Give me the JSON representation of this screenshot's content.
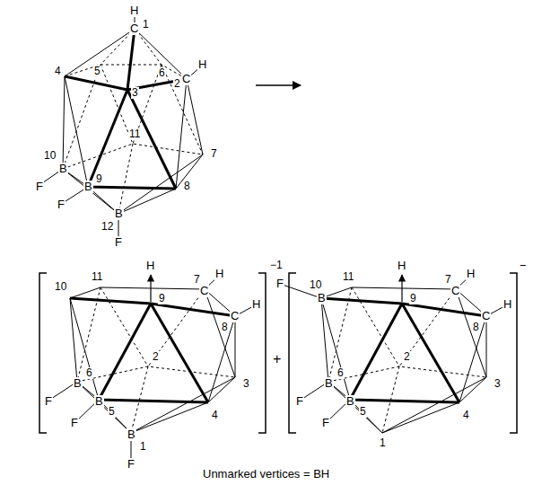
{
  "diagram": {
    "labels": [
      "H",
      "C",
      "1",
      "4",
      "5",
      "6",
      "3",
      "2",
      "C",
      "H",
      "10",
      "B",
      "F",
      "11",
      "9",
      "B",
      "F",
      "7",
      "8",
      "B",
      "12",
      "F",
      "H",
      "11",
      "9",
      "7",
      "C",
      "H",
      "10",
      "C",
      "8",
      "H",
      "6",
      "B",
      "F",
      "B",
      "F",
      "5",
      "2",
      "3",
      "4",
      "B",
      "1",
      "F",
      "−1",
      "+",
      "F",
      "B",
      "10",
      "11",
      "9",
      "H",
      "7",
      "C",
      "H",
      "C",
      "8",
      "H",
      "6",
      "B",
      "F",
      "B",
      "F",
      "5",
      "2",
      "3",
      "4",
      "1",
      "−",
      "Unmarked vertices = BH"
    ]
  }
}
